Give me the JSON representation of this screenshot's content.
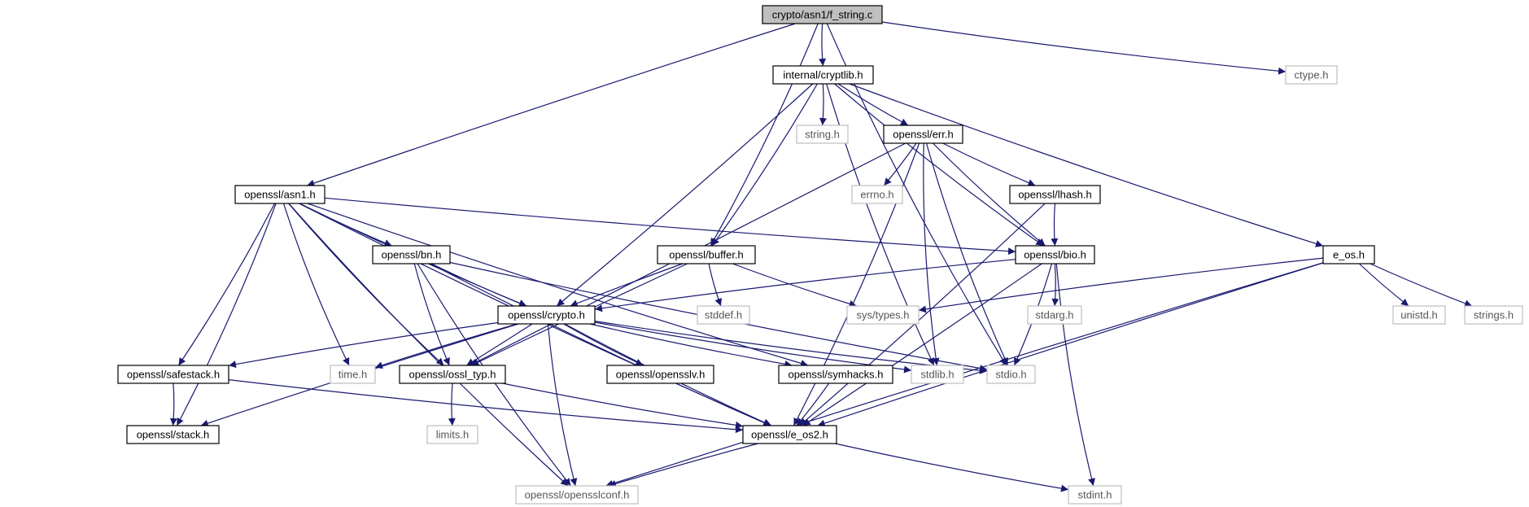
{
  "graph": {
    "colors": {
      "edge": "#191970",
      "root_fill": "#bfbfbf",
      "node_border": "#000000",
      "external_border": "#bfbfbf"
    },
    "nodes": [
      {
        "id": "root",
        "label": "crypto/asn1/f_string.c",
        "kind": "root"
      },
      {
        "id": "cryptlib",
        "label": "internal/cryptlib.h",
        "kind": "normal"
      },
      {
        "id": "ctype",
        "label": "ctype.h",
        "kind": "ext"
      },
      {
        "id": "string",
        "label": "string.h",
        "kind": "ext"
      },
      {
        "id": "err",
        "label": "openssl/err.h",
        "kind": "normal"
      },
      {
        "id": "asn1",
        "label": "openssl/asn1.h",
        "kind": "normal"
      },
      {
        "id": "errno",
        "label": "errno.h",
        "kind": "ext"
      },
      {
        "id": "lhash",
        "label": "openssl/lhash.h",
        "kind": "normal"
      },
      {
        "id": "eos",
        "label": "e_os.h",
        "kind": "normal"
      },
      {
        "id": "bn",
        "label": "openssl/bn.h",
        "kind": "normal"
      },
      {
        "id": "buffer",
        "label": "openssl/buffer.h",
        "kind": "normal"
      },
      {
        "id": "bio",
        "label": "openssl/bio.h",
        "kind": "normal"
      },
      {
        "id": "crypto",
        "label": "openssl/crypto.h",
        "kind": "normal"
      },
      {
        "id": "stddef",
        "label": "stddef.h",
        "kind": "ext"
      },
      {
        "id": "systypes",
        "label": "sys/types.h",
        "kind": "ext"
      },
      {
        "id": "stdarg",
        "label": "stdarg.h",
        "kind": "ext"
      },
      {
        "id": "unistd",
        "label": "unistd.h",
        "kind": "ext"
      },
      {
        "id": "strings",
        "label": "strings.h",
        "kind": "ext"
      },
      {
        "id": "safestack",
        "label": "openssl/safestack.h",
        "kind": "normal"
      },
      {
        "id": "time",
        "label": "time.h",
        "kind": "ext"
      },
      {
        "id": "ossltyp",
        "label": "openssl/ossl_typ.h",
        "kind": "normal"
      },
      {
        "id": "opensslv",
        "label": "openssl/opensslv.h",
        "kind": "normal"
      },
      {
        "id": "symhacks",
        "label": "openssl/symhacks.h",
        "kind": "normal"
      },
      {
        "id": "stdlib",
        "label": "stdlib.h",
        "kind": "ext"
      },
      {
        "id": "stdio",
        "label": "stdio.h",
        "kind": "ext"
      },
      {
        "id": "stack",
        "label": "openssl/stack.h",
        "kind": "normal"
      },
      {
        "id": "limits",
        "label": "limits.h",
        "kind": "ext"
      },
      {
        "id": "eos2",
        "label": "openssl/e_os2.h",
        "kind": "normal"
      },
      {
        "id": "opensslconf",
        "label": "openssl/opensslconf.h",
        "kind": "ext"
      },
      {
        "id": "stdint",
        "label": "stdint.h",
        "kind": "ext"
      }
    ],
    "edges": [
      {
        "from": "root",
        "to": "cryptlib"
      },
      {
        "from": "root",
        "to": "ctype"
      },
      {
        "from": "root",
        "to": "asn1"
      },
      {
        "from": "root",
        "to": "buffer"
      },
      {
        "from": "root",
        "to": "stdio"
      },
      {
        "from": "cryptlib",
        "to": "string"
      },
      {
        "from": "cryptlib",
        "to": "err"
      },
      {
        "from": "cryptlib",
        "to": "eos"
      },
      {
        "from": "cryptlib",
        "to": "buffer"
      },
      {
        "from": "cryptlib",
        "to": "crypto"
      },
      {
        "from": "cryptlib",
        "to": "stdlib"
      },
      {
        "from": "cryptlib",
        "to": "bio"
      },
      {
        "from": "err",
        "to": "errno"
      },
      {
        "from": "err",
        "to": "lhash"
      },
      {
        "from": "err",
        "to": "bio"
      },
      {
        "from": "err",
        "to": "ossltyp"
      },
      {
        "from": "err",
        "to": "stdlib"
      },
      {
        "from": "err",
        "to": "stdio"
      },
      {
        "from": "err",
        "to": "eos2"
      },
      {
        "from": "lhash",
        "to": "bio"
      },
      {
        "from": "lhash",
        "to": "eos2"
      },
      {
        "from": "asn1",
        "to": "bn"
      },
      {
        "from": "asn1",
        "to": "bio"
      },
      {
        "from": "asn1",
        "to": "safestack"
      },
      {
        "from": "asn1",
        "to": "stack"
      },
      {
        "from": "asn1",
        "to": "time"
      },
      {
        "from": "asn1",
        "to": "ossltyp"
      },
      {
        "from": "asn1",
        "to": "eos2"
      },
      {
        "from": "asn1",
        "to": "symhacks"
      },
      {
        "from": "asn1",
        "to": "opensslconf"
      },
      {
        "from": "asn1",
        "to": "crypto"
      },
      {
        "from": "bn",
        "to": "crypto"
      },
      {
        "from": "bn",
        "to": "ossltyp"
      },
      {
        "from": "bn",
        "to": "stdio"
      },
      {
        "from": "bn",
        "to": "eos2"
      },
      {
        "from": "bn",
        "to": "opensslconf"
      },
      {
        "from": "buffer",
        "to": "stddef"
      },
      {
        "from": "buffer",
        "to": "systypes"
      },
      {
        "from": "buffer",
        "to": "crypto"
      },
      {
        "from": "buffer",
        "to": "ossltyp"
      },
      {
        "from": "bio",
        "to": "crypto"
      },
      {
        "from": "bio",
        "to": "stdarg"
      },
      {
        "from": "bio",
        "to": "stdio"
      },
      {
        "from": "bio",
        "to": "eos2"
      },
      {
        "from": "bio",
        "to": "stdint"
      },
      {
        "from": "eos",
        "to": "systypes"
      },
      {
        "from": "eos",
        "to": "unistd"
      },
      {
        "from": "eos",
        "to": "strings"
      },
      {
        "from": "eos",
        "to": "eos2"
      },
      {
        "from": "eos",
        "to": "opensslconf"
      },
      {
        "from": "crypto",
        "to": "safestack"
      },
      {
        "from": "crypto",
        "to": "time"
      },
      {
        "from": "crypto",
        "to": "ossltyp"
      },
      {
        "from": "crypto",
        "to": "opensslv"
      },
      {
        "from": "crypto",
        "to": "symhacks"
      },
      {
        "from": "crypto",
        "to": "stdlib"
      },
      {
        "from": "crypto",
        "to": "stdio"
      },
      {
        "from": "crypto",
        "to": "eos2"
      },
      {
        "from": "crypto",
        "to": "stack"
      },
      {
        "from": "crypto",
        "to": "opensslconf"
      },
      {
        "from": "safestack",
        "to": "stack"
      },
      {
        "from": "safestack",
        "to": "eos2"
      },
      {
        "from": "ossltyp",
        "to": "limits"
      },
      {
        "from": "ossltyp",
        "to": "eos2"
      },
      {
        "from": "symhacks",
        "to": "eos2"
      },
      {
        "from": "eos2",
        "to": "opensslconf"
      },
      {
        "from": "eos2",
        "to": "stdint"
      }
    ]
  }
}
